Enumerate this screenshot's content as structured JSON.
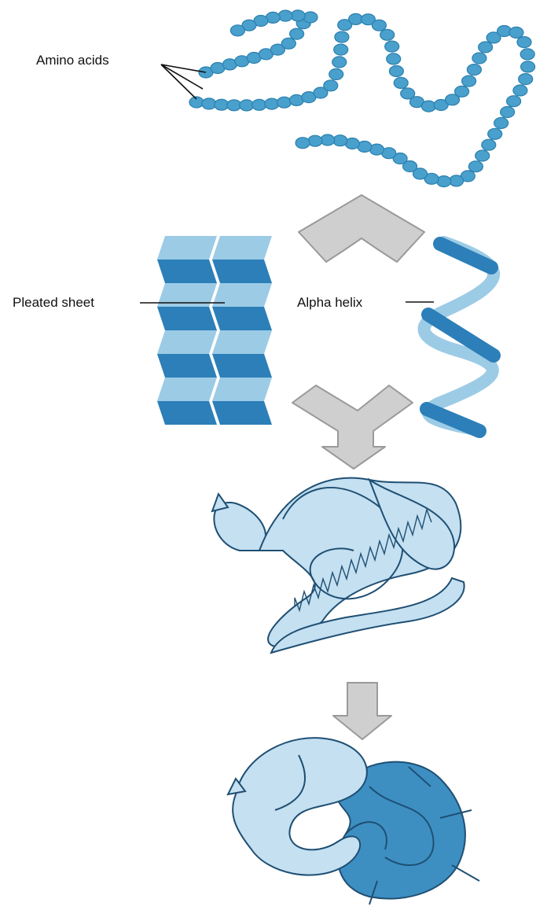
{
  "labels": {
    "amino_acids": "Amino acids",
    "pleated_sheet": "Pleated sheet",
    "alpha_helix": "Alpha helix"
  },
  "colors": {
    "bead": "#4aa0cc",
    "bead_stroke": "#2a7fae",
    "dark_blue": "#2c7fb8",
    "light_blue": "#9ccbe6",
    "pale_blue": "#c4e0f1",
    "arrow_gray": "#cfcfcf",
    "arrow_stroke": "#9a9a9a",
    "outline": "#1f4f73"
  }
}
